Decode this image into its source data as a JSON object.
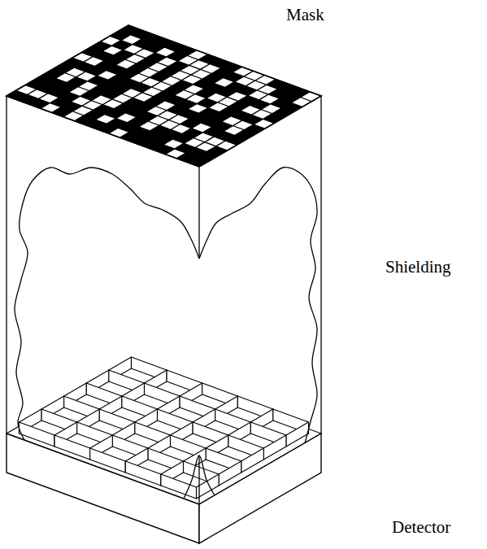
{
  "diagram": {
    "labels": [
      "Mask",
      "Shielding",
      "Detector"
    ]
  }
}
